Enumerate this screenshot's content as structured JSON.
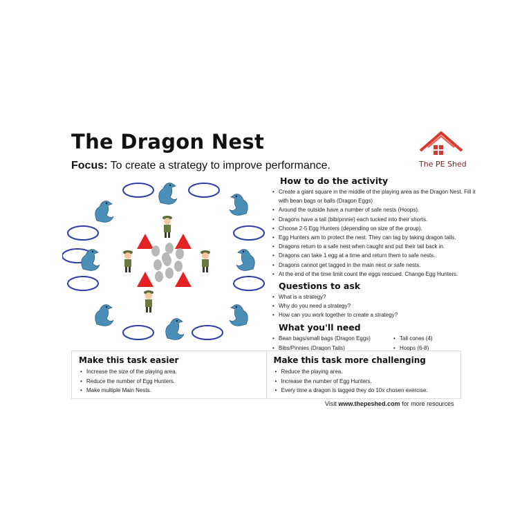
{
  "title": "The Dragon Nest",
  "focus": {
    "label": "Focus:",
    "text": "To create a strategy to improve performance."
  },
  "logo": {
    "text": "The PE Shed"
  },
  "how_to": {
    "heading": "How to do the activity",
    "items": [
      "Create a giant square in the middle of the playing area as the Dragon Nest. Fill it with bean bags or balls (Dragon Eggs)",
      "Around the outside have a number of safe nests (Hoops).",
      "Dragons have a tail (bib/pinnie) each tucked into their shorts.",
      "Choose 2-5 Egg Hunters (depending on size of the group).",
      "Egg Hunters aim to protect the nest. They can tag by taking dragon tails.",
      "Dragons return to a safe nest when caught and put their tail back in.",
      "Dragons can take 1 egg at a time and return them to safe nests.",
      "Dragons cannot get tagged in the main nest or safe nests.",
      "At the end of the time limit count the eggs rescued. Change Egg Hunters."
    ]
  },
  "questions": {
    "heading": "Questions to ask",
    "items": [
      "What is a strategy?",
      "Why do you need a strategy?",
      "How can you work together to create a strategy?"
    ]
  },
  "need": {
    "heading": "What you'll need",
    "left": [
      "Bean bags/small bags (Dragon Eggs)",
      "Bibs/Pinnies (Dragon Tails)"
    ],
    "right": [
      "Tall cones (4)",
      "Hoops (6-8)"
    ]
  },
  "easier": {
    "heading": "Make this task easier",
    "items": [
      "Increase the size of the playing area.",
      "Reduce the number of Egg Hunters.",
      "Make multiple Main Nests."
    ]
  },
  "harder": {
    "heading": "Make this task more challenging",
    "items": [
      "Reduce the playing area.",
      "Increase the number of Egg Hunters.",
      "Every time a dragon is tagged they do 10x chosen exercise."
    ]
  },
  "footer": {
    "prefix": "Visit",
    "url": "www.thepeshed.com",
    "suffix": "for more resources"
  },
  "colors": {
    "hoop": "#2d3aa8",
    "cone": "#e32222",
    "egg": "#b8b8b8",
    "dragon": "#4a8fb8",
    "logo": "#d63a2f"
  },
  "icons": [
    "dragon-icon",
    "hunter-icon",
    "hoop-icon",
    "cone-icon",
    "egg-icon",
    "house-logo-icon"
  ]
}
